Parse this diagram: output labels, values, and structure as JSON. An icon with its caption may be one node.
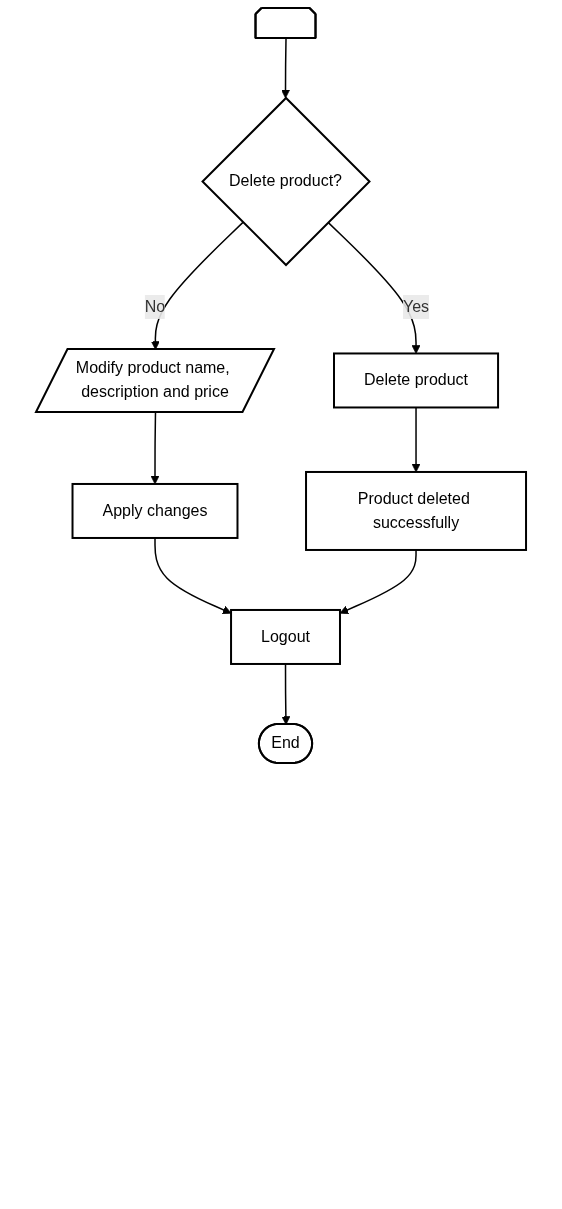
{
  "diagram": {
    "nodes": [
      {
        "text": [],
        "shape": "pentagon"
      },
      {
        "text": [
          "Delete product?"
        ]
      },
      {
        "text": [
          "Modify product name, description and price"
        ]
      },
      {
        "text": [
          "Delete product"
        ]
      },
      {
        "text": [
          "Apply changes"
        ]
      },
      {
        "text": [
          "Product deleted successfully"
        ]
      },
      {
        "text": [
          "Logout"
        ]
      },
      {
        "text": [
          "End"
        ]
      }
    ],
    "edges": [
      {
        "from": 0,
        "to": 1,
        "arrow": "to"
      },
      {
        "from": 1,
        "to": 2,
        "label": "No",
        "arrow": "to"
      },
      {
        "from": 1,
        "to": 3,
        "label": "Yes",
        "arrow": "to"
      },
      {
        "from": 2,
        "to": 4,
        "arrow": "to"
      },
      {
        "from": 3,
        "to": 5,
        "arrow": "to"
      },
      {
        "from": 4,
        "to": 6,
        "arrow": "to"
      },
      {
        "from": 5,
        "to": 6,
        "arrow": "to"
      },
      {
        "from": 6,
        "to": 7,
        "arrow": "to"
      }
    ]
  }
}
